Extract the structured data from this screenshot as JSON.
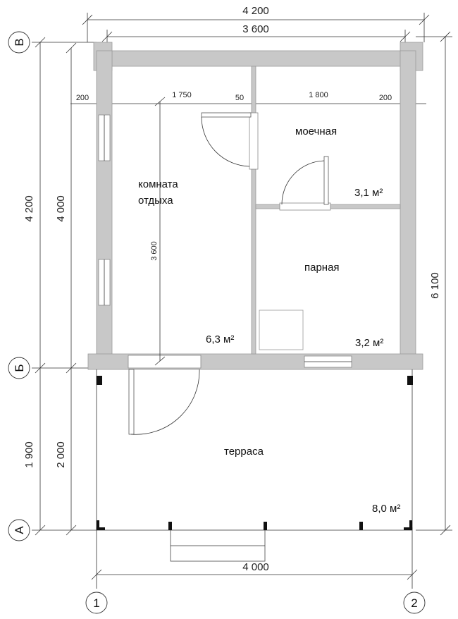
{
  "axes": {
    "rows": [
      "В",
      "Б",
      "А"
    ],
    "cols": [
      "1",
      "2"
    ]
  },
  "dimensions": {
    "top_outer": "4 200",
    "top_inner": "3 600",
    "top_segments": [
      "200",
      "1 750",
      "50",
      "1 800",
      "200"
    ],
    "left_outer_upper": "4 200",
    "left_outer_lower": "1 900",
    "left_inner_upper": "4 000",
    "left_inner_lower": "2 000",
    "right_total": "6 100",
    "inner_vertical": "3 600",
    "bottom": "4 000"
  },
  "rooms": {
    "rest_room_line1": "комната",
    "rest_room_line2": "отдыха",
    "rest_room_area": "6,3 м²",
    "washroom": "моечная",
    "washroom_area": "3,1 м²",
    "steam_room": "парная",
    "steam_room_area": "3,2 м²",
    "terrace": "терраса",
    "terrace_area": "8,0 м²"
  }
}
